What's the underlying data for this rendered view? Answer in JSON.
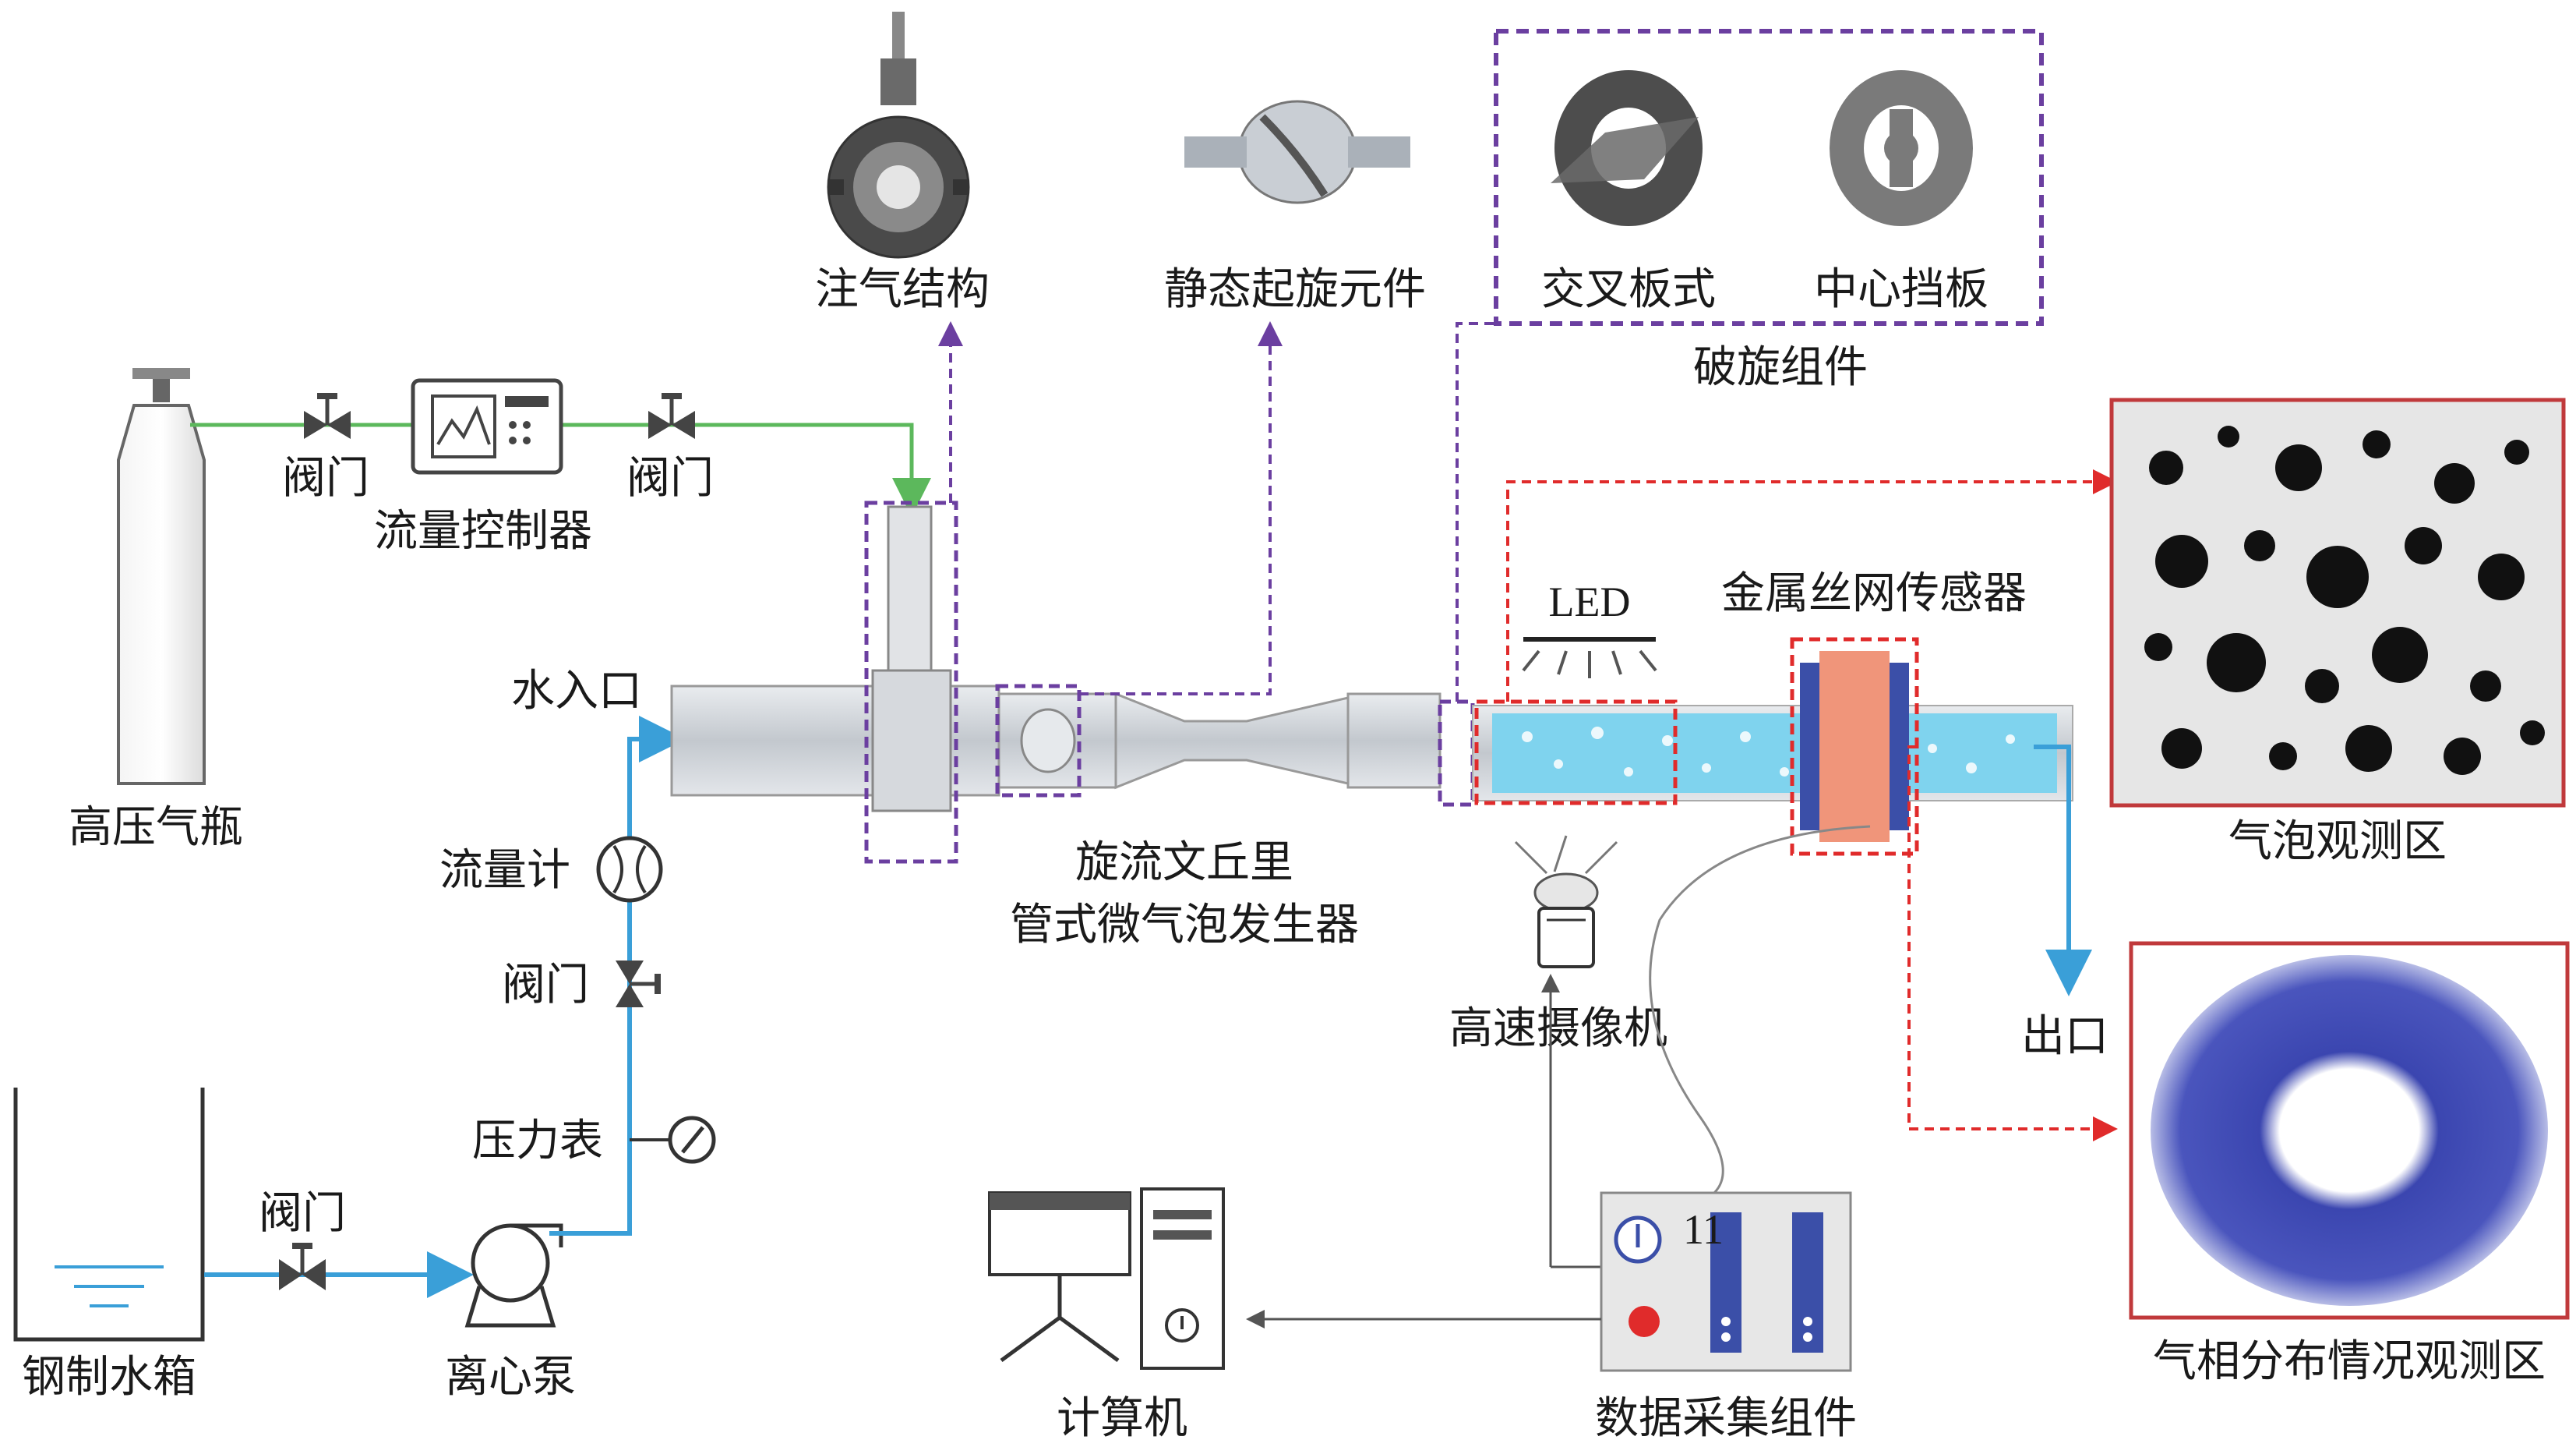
{
  "labels": {
    "gas_injection": "注气结构",
    "static_swirler": "静态起旋元件",
    "cross_plate": "交叉板式",
    "center_baffle": "中心挡板",
    "swirl_breaker": "破旋组件",
    "gas_cylinder": "高压气瓶",
    "valve_gas_1": "阀门",
    "flow_controller": "流量控制器",
    "valve_gas_2": "阀门",
    "water_inlet": "水入口",
    "flowmeter": "流量计",
    "valve_water": "阀门",
    "pressure_gauge": "压力表",
    "valve_tank": "阀门",
    "water_tank": "钢制水箱",
    "pump": "离心泵",
    "generator_line1": "旋流文丘里",
    "generator_line2": "管式微气泡发生器",
    "led": "LED",
    "wire_mesh_sensor": "金属丝网传感器",
    "bubble_zone": "气泡观测区",
    "outlet": "出口",
    "phase_zone": "气相分布情况观测区",
    "high_speed_camera": "高速摄像机",
    "computer": "计算机",
    "daq": "数据采集组件",
    "daq_display": "11"
  },
  "colors": {
    "gas_line": "#5cb85c",
    "water_line": "#3a9fd8",
    "purple_dash": "#6b3fa0",
    "red_dash": "#e02b2b",
    "pipe_fill": "#cfd3d8",
    "water_fill": "#7fd3ee",
    "sensor_blue": "#3b4fa8",
    "sensor_orange": "#f0957a",
    "phase_blue": "#3f4bb5"
  }
}
